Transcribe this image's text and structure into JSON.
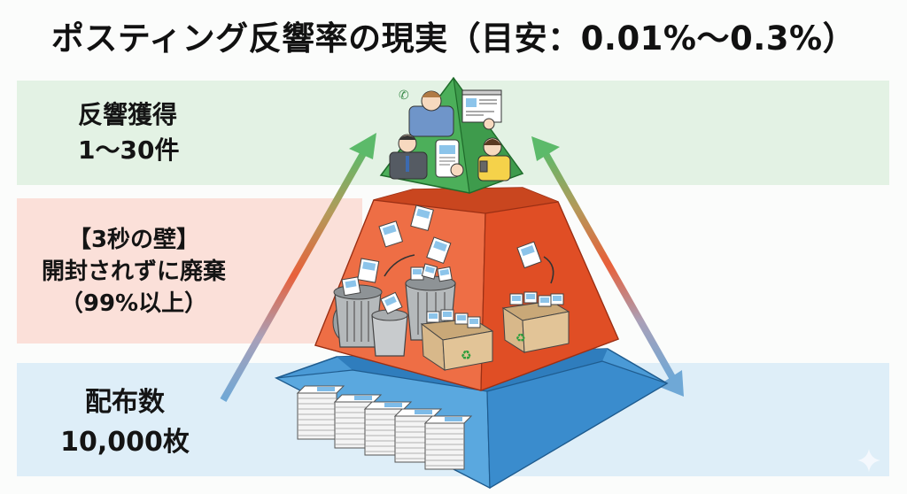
{
  "title": "ポスティング反響率の現実（目安：0.01%〜0.3%）",
  "tiers": {
    "top": {
      "label_line1": "反響獲得",
      "label_line2": "1〜30件",
      "band_color": "#e3f2e4",
      "pyramid_color": "#4caf5a",
      "illustration": "customers-responding-by-phone-web-smartphone"
    },
    "middle": {
      "label_line1": "【3秒の壁】",
      "label_line2": "開封されずに廃棄",
      "label_line3": "（99%以上）",
      "band_color": "#fbe0d9",
      "pyramid_color": "#e8542f",
      "illustration": "flyers-thrown-in-trash-cans-and-recycling-boxes"
    },
    "bottom": {
      "label_line1": "配布数",
      "label_line2": "10,000枚",
      "band_color": "#deeef8",
      "pyramid_color": "#3d8fcf",
      "illustration": "five-stacks-of-flyers"
    }
  },
  "arrows": {
    "left": {
      "direction": "up",
      "gradient": [
        "#6fa8d6",
        "#e8542f",
        "#5cba6a"
      ]
    },
    "right": {
      "direction": "both",
      "gradient": [
        "#5cba6a",
        "#e8542f",
        "#6fa8d6"
      ]
    }
  },
  "icons": {
    "corner": "sparkle-icon"
  }
}
